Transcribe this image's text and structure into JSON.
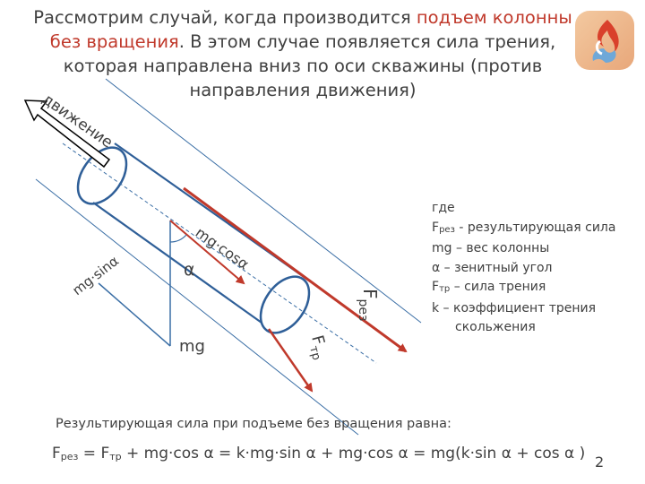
{
  "title": {
    "line1_a": "Рассмотрим случай, когда производится ",
    "line1_b": "подъем колонны",
    "line2_a": "без вращения",
    "line2_b": ". В этом случае появляется сила трения,",
    "line3": "которая направлена вниз  по оси скважины (против",
    "line4": "направления движения)"
  },
  "diagram": {
    "motion_label": "движение",
    "mgcos_label": "mg·cosα",
    "mgsin_label": "mg·sinα",
    "alpha_label": "α",
    "mg_label": "mg",
    "fres_main": "F",
    "fres_sub": "рез",
    "ftr_main": "F",
    "ftr_sub": "тр"
  },
  "legend": {
    "where": "где",
    "fres_main": "F",
    "fres_sub": "рез",
    "fres_desc": "  - результирующая сила",
    "mg": "mg – вес колонны",
    "alpha": "α – зенитный угол",
    "ftr_main": "F",
    "ftr_sub": "тр",
    "ftr_desc": " – сила трения",
    "k_line1": "k – коэффициент трения",
    "k_line2": "скольжения"
  },
  "result_label": "Результирующая сила при подъеме без вращения равна:",
  "formula": {
    "f1": "F",
    "f1_sub": "рез",
    "eq1": " = F",
    "f2_sub": "тр",
    "rest": " + mg·cos α = k·mg·sin α + mg·cos α = mg(k·sin α + cos α )"
  },
  "page_number": "2",
  "colors": {
    "arrow_red": "#c0392b",
    "line_blue": "#3a6ea5",
    "text": "#404040"
  }
}
